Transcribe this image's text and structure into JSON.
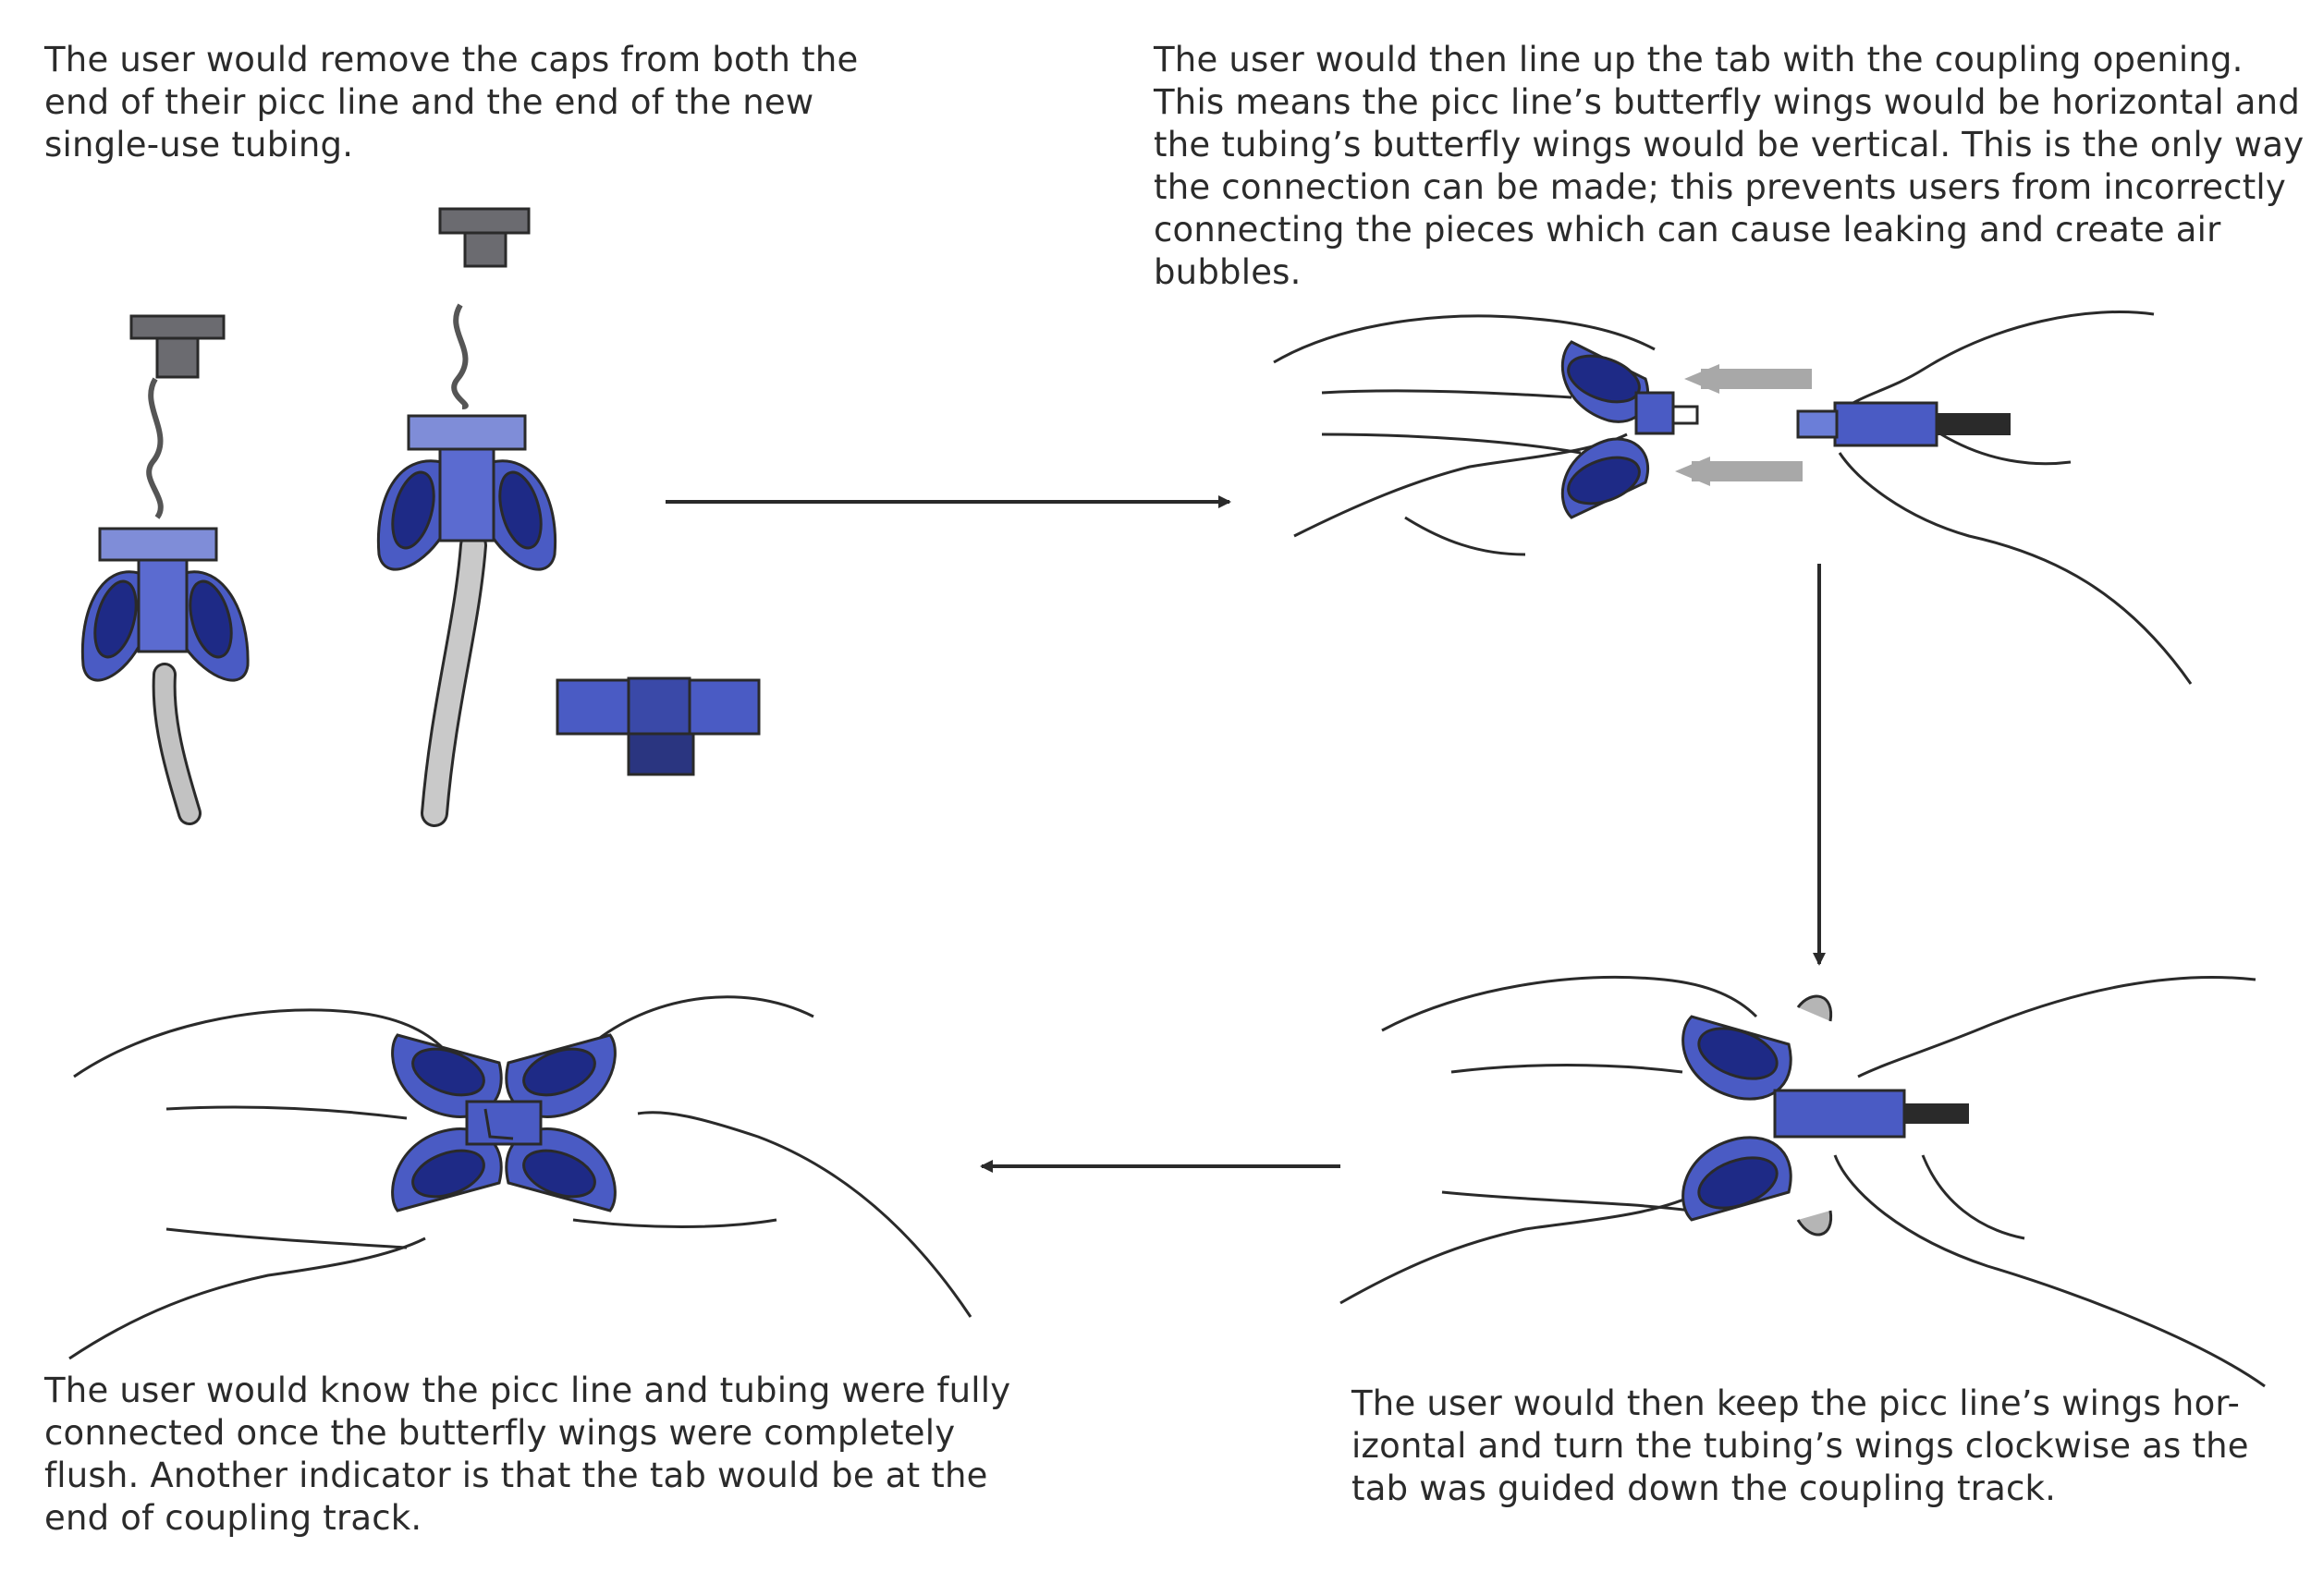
{
  "steps": [
    {
      "lines": [
        "The user would remove the caps from both the",
        "end of their picc line and the end of the new",
        "single-use tubing."
      ]
    },
    {
      "lines": [
        "The user would then line up the tab with the coupling opening.",
        "This means the picc line’s butterfly wings would be horizontal and",
        "the tubing’s butterfly wings would be vertical. This is the only way",
        "the connection can be made; this prevents users from incorrectly",
        "connecting the pieces which can cause leaking and create air",
        "bubbles."
      ]
    },
    {
      "lines": [
        "The user would then keep the picc line’s wings hor-",
        "izontal and turn the tubing’s wings clockwise as the",
        "tab was guided down the coupling track."
      ]
    },
    {
      "lines": [
        "The user would know the picc line and tubing were fully",
        "connected once the butterfly wings were completely",
        "flush. Another indicator is that the tab would be at the",
        "end of coupling track."
      ]
    }
  ],
  "colors": {
    "wing_blue": "#4a5bc4",
    "wing_dark": "#1e2a86",
    "cap_grey": "#6b6b70",
    "tube_grey": "#b8b8b8",
    "line": "#2a2a2a"
  },
  "icons": [
    "arrow-right-icon",
    "arrow-down-icon",
    "arrow-left-icon"
  ]
}
